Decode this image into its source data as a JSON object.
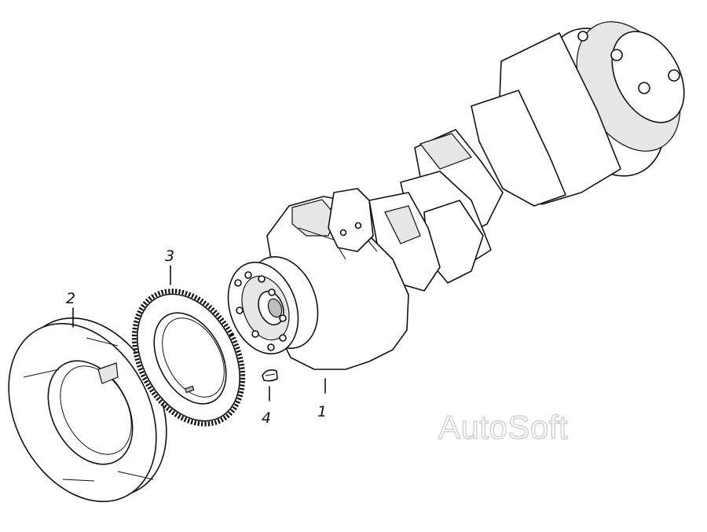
{
  "diagram": {
    "callouts": [
      {
        "id": "1",
        "label": "1"
      },
      {
        "id": "2",
        "label": "2"
      },
      {
        "id": "3",
        "label": "3"
      },
      {
        "id": "4",
        "label": "4"
      }
    ],
    "watermark": "AutoSoft",
    "colors": {
      "line": "#111111",
      "background": "#ffffff",
      "watermark_outline": "#c8c8c8"
    }
  }
}
